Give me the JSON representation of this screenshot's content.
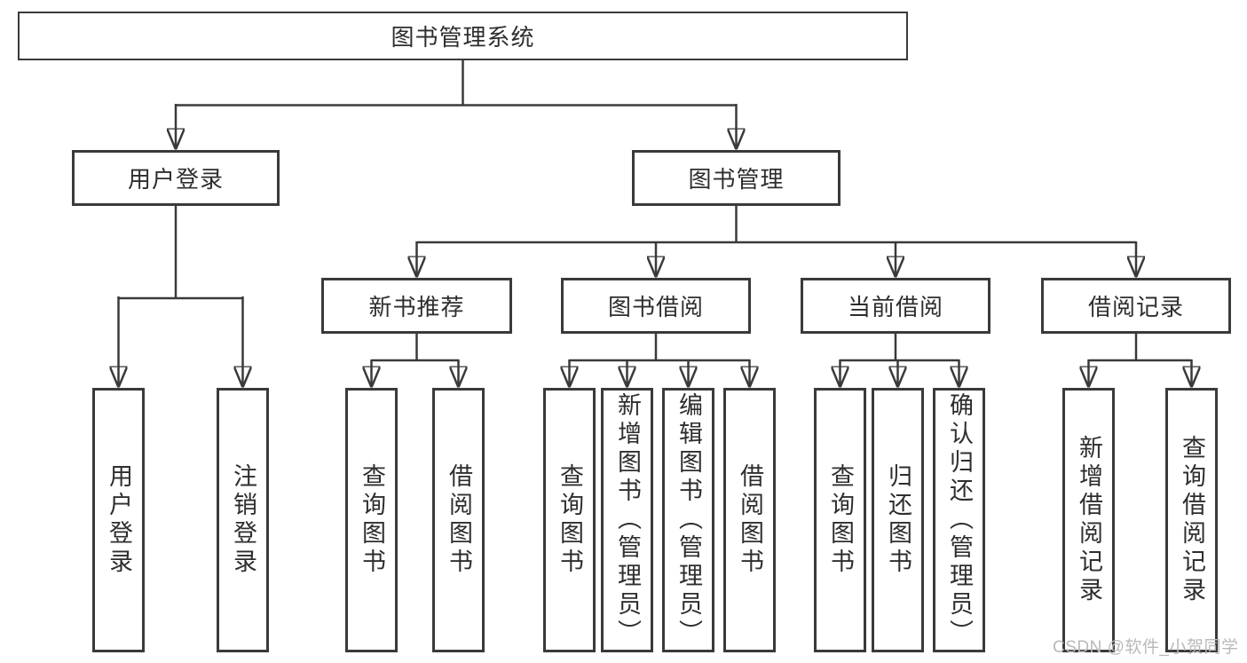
{
  "diagram": {
    "type": "functional-structure-tree",
    "colors": {
      "line": "#3a3a3a",
      "box_border": "#3a3a3a",
      "text": "#2e2e2e",
      "background": "#ffffff",
      "watermark_text_color": "#b9b9b9"
    },
    "tree": {
      "root": {
        "label": "图书管理系统",
        "children": [
          {
            "label": "用户登录",
            "children": [
              {
                "label": "用户登录"
              },
              {
                "label": "注销登录"
              }
            ]
          },
          {
            "label": "图书管理",
            "children": [
              {
                "label": "新书推荐",
                "children": [
                  {
                    "label": "查询图书"
                  },
                  {
                    "label": "借阅图书"
                  }
                ]
              },
              {
                "label": "图书借阅",
                "children": [
                  {
                    "label": "查询图书"
                  },
                  {
                    "label": "新增图书（管理员）"
                  },
                  {
                    "label": "编辑图书（管理员）"
                  },
                  {
                    "label": "借阅图书"
                  }
                ]
              },
              {
                "label": "当前借阅",
                "children": [
                  {
                    "label": "查询图书"
                  },
                  {
                    "label": "归还图书"
                  },
                  {
                    "label": "确认归还（管理员）"
                  }
                ]
              },
              {
                "label": "借阅记录",
                "children": [
                  {
                    "label": "新增借阅记录"
                  },
                  {
                    "label": "查询借阅记录"
                  }
                ]
              }
            ]
          }
        ]
      }
    },
    "watermark": {
      "text": "CSDN @软件_小贺同学"
    }
  }
}
